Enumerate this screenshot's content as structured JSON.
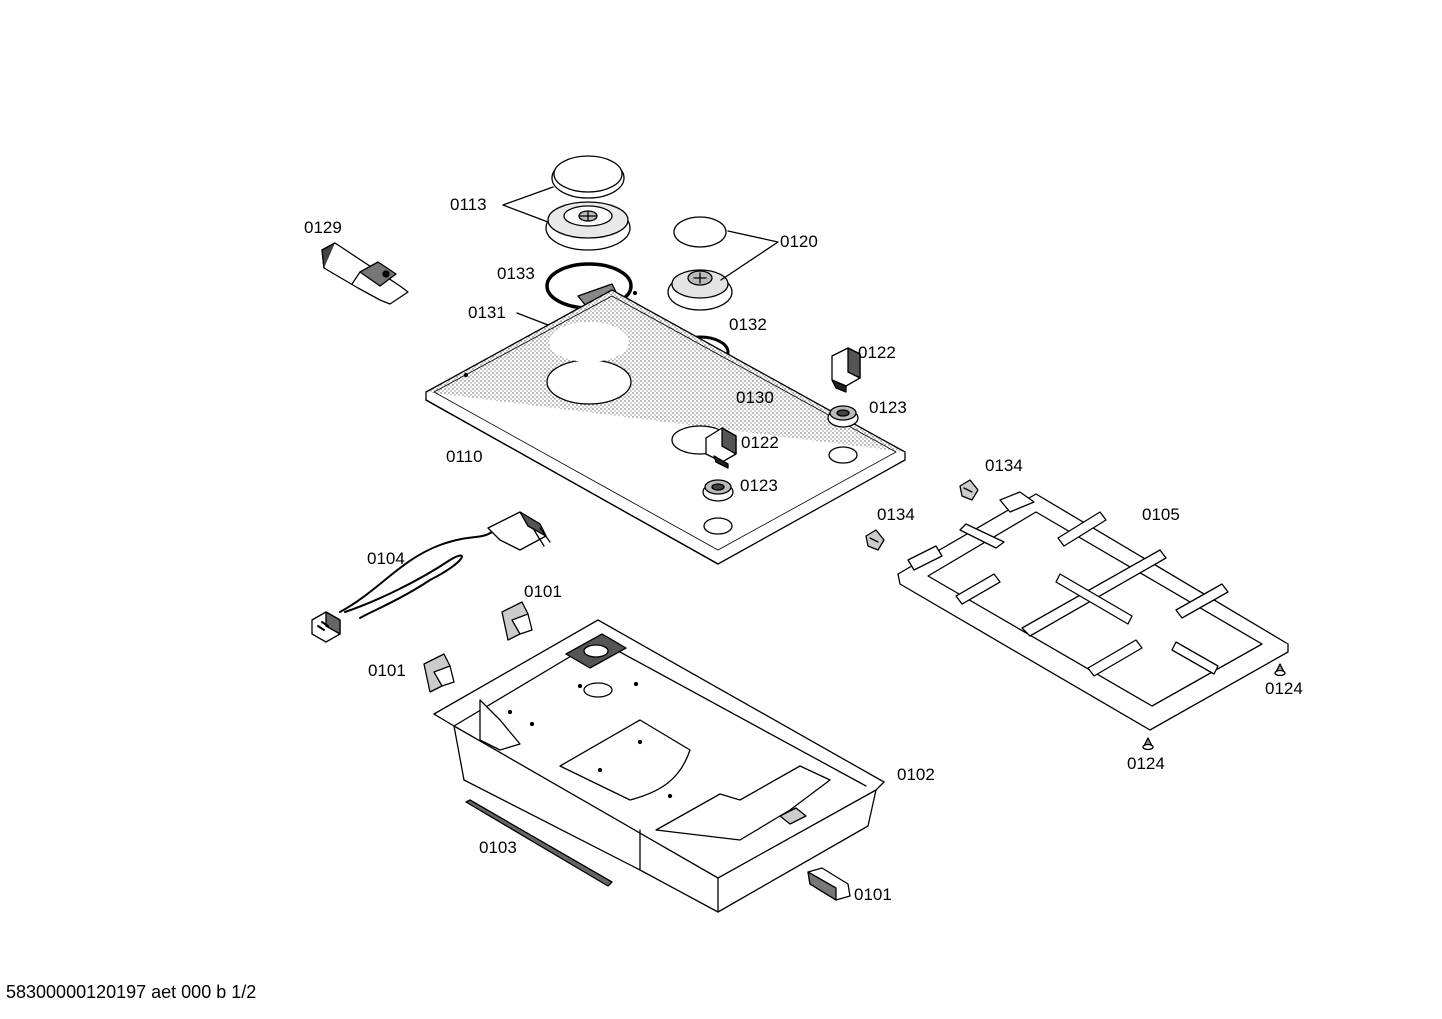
{
  "callouts": {
    "c0113": "0113",
    "c0129": "0129",
    "c0120": "0120",
    "c0133": "0133",
    "c0131": "0131",
    "c0132": "0132",
    "c0122a": "0122",
    "c0130": "0130",
    "c0123a": "0123",
    "c0122b": "0122",
    "c0110": "0110",
    "c0123b": "0123",
    "c0134a": "0134",
    "c0134b": "0134",
    "c0105": "0105",
    "c0104": "0104",
    "c0101a": "0101",
    "c0101b": "0101",
    "c0102": "0102",
    "c0103": "0103",
    "c0101c": "0101",
    "c0124a": "0124",
    "c0124b": "0124"
  },
  "footer": "58300000120197 aet 000 b 1/2"
}
